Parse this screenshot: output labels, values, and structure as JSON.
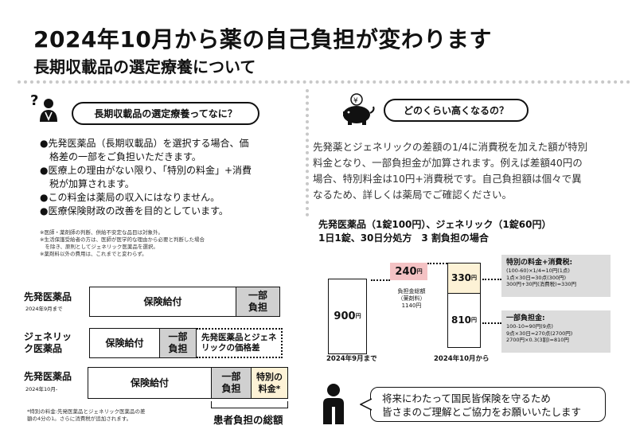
{
  "header": {
    "title": "2024年10月から薬の自己負担が変わります",
    "subtitle": "長期収載品の選定療養について"
  },
  "left": {
    "pill": "長期収載品の選定療養ってなに？",
    "bullets": [
      "●先発医薬品（長期収載品）を選択する場合、価",
      "　格差の一部をご負担いただきます。",
      "●医療上の理由がない限り、「特別の料金」+消費",
      "　税が加算されます。",
      "●この料金は薬局の収入にはなりません。",
      "●医療保険財政の改善を目的としています。"
    ],
    "notes": [
      "※医師・薬剤師の判断、供給不安定な品目は対象外。",
      "※生活保護受給者の方は、医師が医学的な理由から必要と判断した場合",
      "　を除き、原則としてジェネリック医薬品を選択。",
      "※薬剤料以外の費用は、これまでと変わらず。"
    ]
  },
  "bars": {
    "row1_label": "先発医薬品",
    "row1_sub": "2024年9月まで",
    "row1_insured": "保険給付",
    "row1_copay": "一部\n負担",
    "row2_label": "ジェネリッ\nク医薬品",
    "row2_insured": "保険給付",
    "row2_copay": "一部\n負担",
    "row2_gap": "先発医薬品とジェネ\nリックの価格差",
    "row3_label": "先発医薬品",
    "row3_sub": "2024年10月-",
    "row3_insured": "保険給付",
    "row3_copay": "一部\n負担",
    "row3_special": "特別の\n料金*",
    "footnote": "*特別の料金:先発医薬品とジェネリック医薬品の差\n額の4分の1。さらに消費税が追加されます。",
    "total_label": "患者負担の総額"
  },
  "right": {
    "pill": "どのくらい高くなるの？",
    "para": [
      "先発薬とジェネリックの差額の1/4に消費税を加えた額が特別",
      "料金となり、一部負担金が加算されます。例えば差額40円の",
      "場合、特別料金は10円+消費税です。自己負担額は個々で異",
      "なるため、詳しくは薬局でご確認ください。"
    ],
    "example": [
      "先発医薬品（1錠100円）、ジェネリック（1錠60円）",
      "1日1錠、30日分処方　3 割負担の場合"
    ]
  },
  "compare": {
    "before_value": "900",
    "before_unit": "円",
    "before_label": "2024年9月まで",
    "diff_value": "240",
    "diff_unit": "円",
    "diff_caption": "負担金総額\n（薬剤料）\n1140円",
    "after_top_value": "330",
    "after_top_unit": "円",
    "after_bottom_value": "810",
    "after_bottom_unit": "円",
    "after_label": "2024年10月から",
    "box1_title": "特別の料金+消費税:",
    "box1_lines": [
      "(100-60)×1/4=10円(1点)",
      "1点×30日=30点(300円)",
      "300円+30円(消費税)=330円"
    ],
    "box2_title": "一部負担金:",
    "box2_lines": [
      "100-10=90円(9点)",
      "9点×30日=270点(2700円)",
      "2700円×0.3(3割)=810円"
    ]
  },
  "footer": {
    "message_line1": "将来にわたって国民皆保険を守るため",
    "message_line2": "皆さまのご理解とご協力をお願いいたします"
  },
  "icons": {
    "question_person": "question-person-icon",
    "piggy_bank": "piggy-bank-icon",
    "person": "person-icon"
  },
  "colors": {
    "gray": "#d0d0d0",
    "cream": "#fdf2d6",
    "pink": "#f4c2c4",
    "light_gray": "#dcdcdc"
  }
}
